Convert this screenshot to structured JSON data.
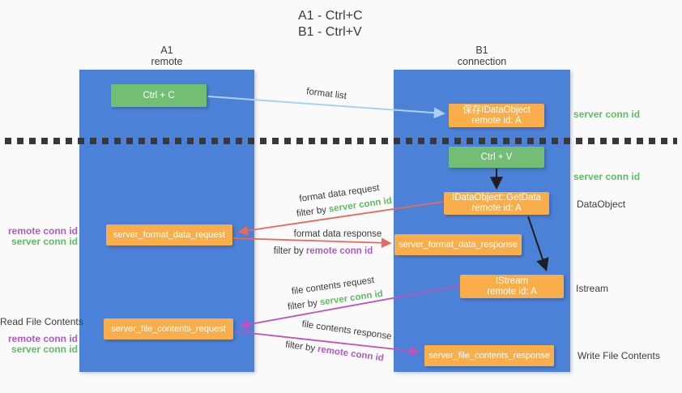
{
  "title": {
    "line1": "A1 - Ctrl+C",
    "line2": "B1 - Ctrl+V"
  },
  "columns": {
    "a": {
      "name": "A1",
      "subtitle": "remote"
    },
    "b": {
      "name": "B1",
      "subtitle": "connection"
    }
  },
  "nodes": {
    "ctrl_c": {
      "label": "Ctrl + C"
    },
    "ctrl_v": {
      "label": "Ctrl + V"
    },
    "save_dataobject": {
      "line1": "保存IDataObject",
      "line2": "remote id: A"
    },
    "getdata": {
      "line1": "IDataObject::GetData",
      "line2": "remote id: A"
    },
    "istream": {
      "line1": "IStream",
      "line2": "remote id: A"
    },
    "server_format_data_request": {
      "label": "server_format_data_request"
    },
    "server_format_data_response": {
      "label": "server_format_data_response"
    },
    "server_file_contents_request": {
      "label": "server_file_contents_request"
    },
    "server_file_contents_response": {
      "label": "server_file_contents_response"
    }
  },
  "flow_labels": {
    "format_list": "format list",
    "format_data_request": "format data request",
    "format_data_request_filter_prefix": "filter by",
    "format_data_request_filter_key": "server conn id",
    "format_data_response": "format data response",
    "format_data_response_filter_prefix": "filter by",
    "format_data_response_filter_key": "remote conn id",
    "file_contents_request": "file contents request",
    "file_contents_request_filter_prefix": "filter by",
    "file_contents_request_filter_key": "server conn id",
    "file_contents_response": "file contents response",
    "file_contents_response_filter_prefix": "filter by",
    "file_contents_response_filter_key": "remote conn id"
  },
  "side_labels": {
    "format_remote_conn_id": "remote conn id",
    "format_server_conn_id": "server conn id",
    "read_file_contents": "Read File Contents",
    "file_remote_conn_id": "remote conn id",
    "file_server_conn_id": "server conn id",
    "server_conn_id_top": "server conn id",
    "server_conn_id_mid": "server conn id",
    "dataobject": "DataObject",
    "istream": "Istream",
    "write_file_contents": "Write File Contents"
  },
  "colors": {
    "column_blue": "#4C81D8",
    "green_box": "#71BE74",
    "orange_box": "#F9AE4B",
    "green_text": "#5FBD63",
    "purple_text": "#B158C8",
    "red_arrow": "#E8695C",
    "magenta_arrow": "#BE53BE",
    "light_blue_arrow": "#A8D2EE",
    "black_arrow": "#1F1F1F",
    "dark_text": "#3B3B3B"
  }
}
